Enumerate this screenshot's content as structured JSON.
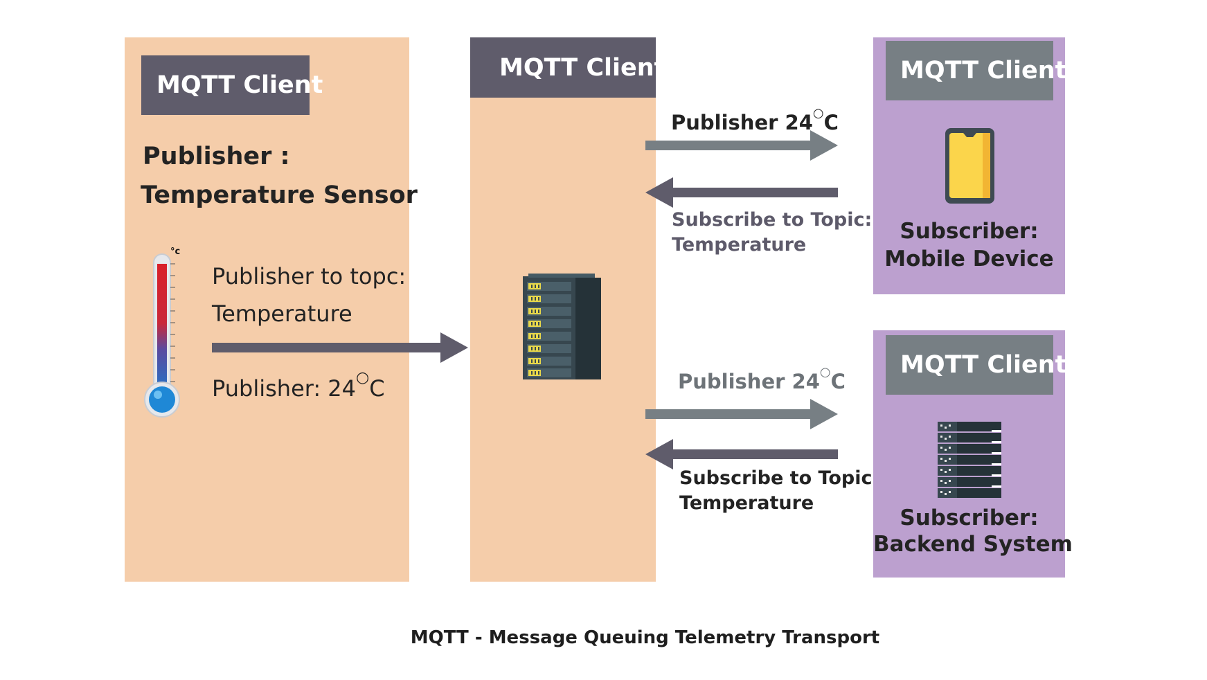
{
  "publisher_panel": {
    "client_label": "MQTT Client",
    "role_line1": "Publisher :",
    "role_line2": "Temperature Sensor",
    "topic_line1": "Publisher to topc:",
    "topic_line2": "Temperature",
    "value_label": "Publisher: 24",
    "value_unit": "C",
    "thermo_unit": "°c"
  },
  "broker_panel": {
    "client_label": "MQTT Client"
  },
  "mobile_flow": {
    "publish_label": "Publisher 24",
    "publish_unit": "C",
    "subscribe_line1": "Subscribe to Topic:",
    "subscribe_line2": "Temperature"
  },
  "backend_flow": {
    "publish_label": "Publisher 24",
    "publish_unit": "C",
    "subscribe_line1": "Subscribe to Topic:",
    "subscribe_line2": "Temperature"
  },
  "mobile_panel": {
    "client_label": "MQTT Client",
    "role_line1": "Subscriber:",
    "role_line2": "Mobile Device"
  },
  "backend_panel": {
    "client_label": "MQTT Client",
    "role_line1": "Subscriber:",
    "role_line2": "Backend System"
  },
  "caption": "MQTT - Message Queuing Telemetry Transport",
  "colors": {
    "peach": "#f5cdaa",
    "purple": "#bca0cf",
    "header_dark": "#5f5c6b",
    "header_gray": "#777f84",
    "arrow_dark": "#5f5c6b",
    "arrow_gray": "#777f84",
    "phone_yellow": "#fbd54b"
  }
}
